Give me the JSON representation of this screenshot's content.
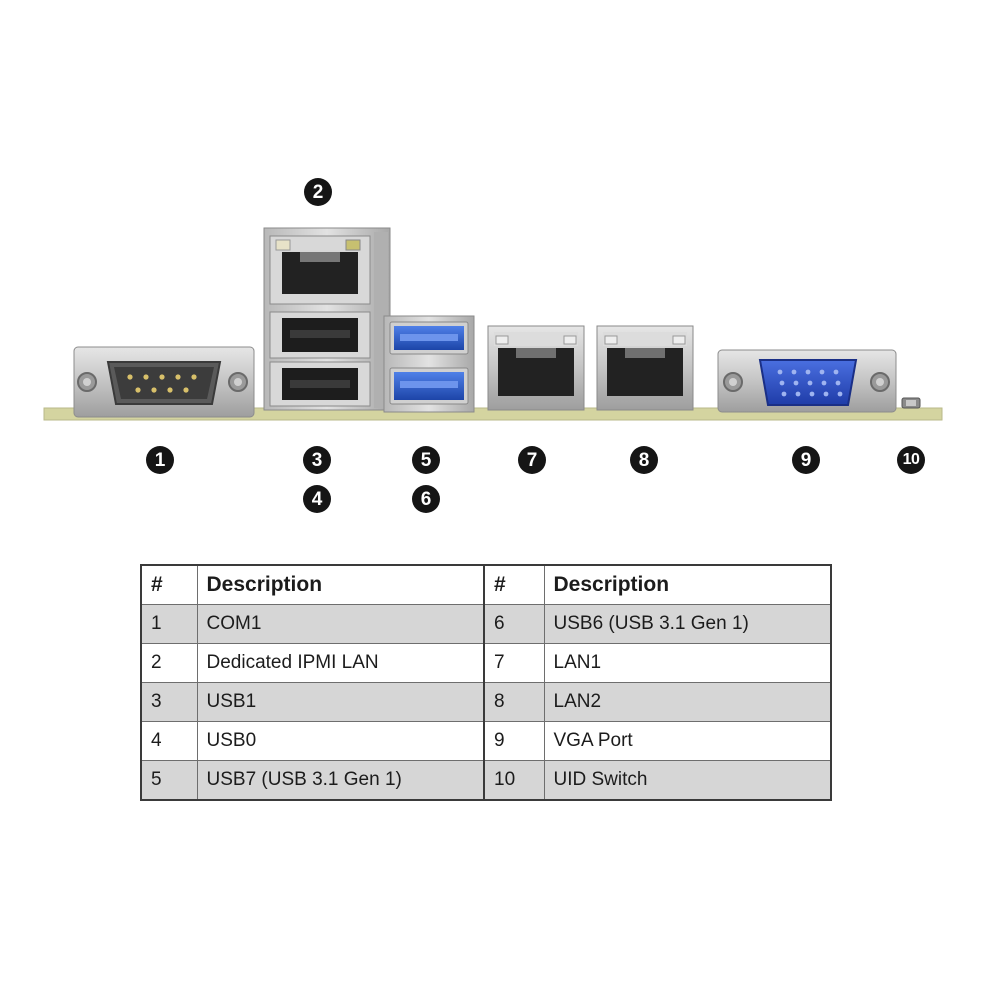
{
  "callouts": [
    "1",
    "2",
    "3",
    "4",
    "5",
    "6",
    "7",
    "8",
    "9",
    "10"
  ],
  "table": {
    "headers": {
      "num": "#",
      "desc": "Description"
    },
    "rows": [
      {
        "left": {
          "num": "1",
          "desc": "COM1"
        },
        "right": {
          "num": "6",
          "desc": "USB6 (USB 3.1 Gen 1)"
        }
      },
      {
        "left": {
          "num": "2",
          "desc": "Dedicated IPMI LAN"
        },
        "right": {
          "num": "7",
          "desc": "LAN1"
        }
      },
      {
        "left": {
          "num": "3",
          "desc": "USB1"
        },
        "right": {
          "num": "8",
          "desc": "LAN2"
        }
      },
      {
        "left": {
          "num": "4",
          "desc": "USB0"
        },
        "right": {
          "num": "9",
          "desc": "VGA Port"
        }
      },
      {
        "left": {
          "num": "5",
          "desc": "USB7 (USB 3.1 Gen 1)"
        },
        "right": {
          "num": "10",
          "desc": "UID Switch"
        }
      }
    ]
  },
  "colors": {
    "pcb": "#d4d4a0",
    "metal": "#c9c9c9",
    "usb3_blue": "#2f5fc9",
    "vga_blue": "#2b4fc8",
    "callout": "#151515",
    "row_shade": "#d6d6d6"
  }
}
